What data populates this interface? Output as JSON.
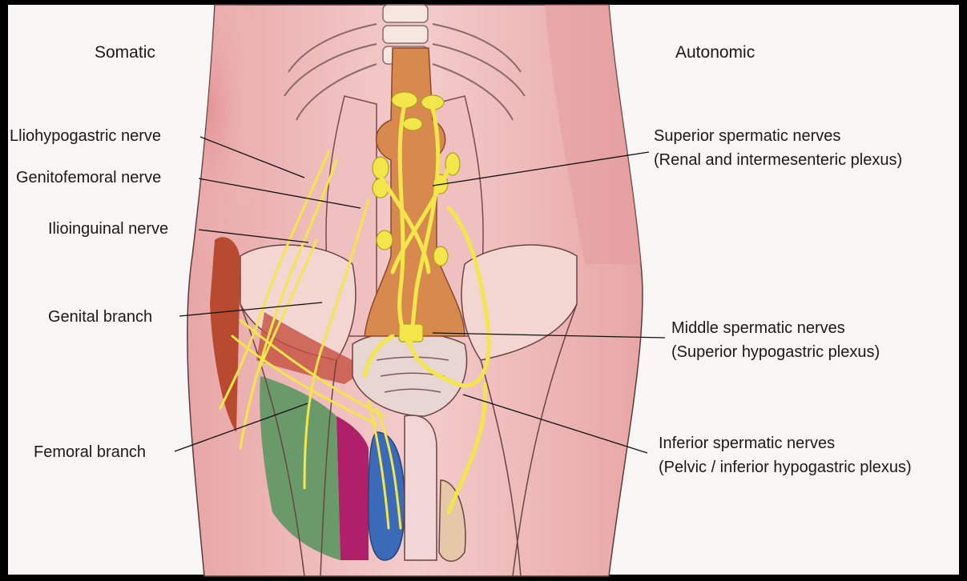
{
  "headers": {
    "left": "Somatic",
    "right": "Autonomic"
  },
  "labels": {
    "iliohypogastric": "Lliohypogastric nerve",
    "genitofemoral": "Genitofemoral nerve",
    "ilioinguinal": "Ilioinguinal nerve",
    "genital_branch": "Genital branch",
    "femoral_branch": "Femoral branch",
    "superior_line1": "Superior spermatic nerves",
    "superior_line2": "(Renal and intermesenteric plexus)",
    "middle_line1": "Middle spermatic nerves",
    "middle_line2": "(Superior hypogastric plexus)",
    "inferior_line1": "Inferior spermatic nerves",
    "inferior_line2": "(Pelvic / inferior hypogastric plexus)"
  },
  "colors": {
    "nerve": "#f2e64a",
    "aorta": "#d88a4e",
    "skin": "#f2c6c4",
    "muscle": "#e69a98",
    "sensory_green": "#6a9a6a",
    "sensory_magenta": "#b0206a",
    "testis_blue": "#3a6ab8",
    "thigh_red": "#b84a30"
  }
}
